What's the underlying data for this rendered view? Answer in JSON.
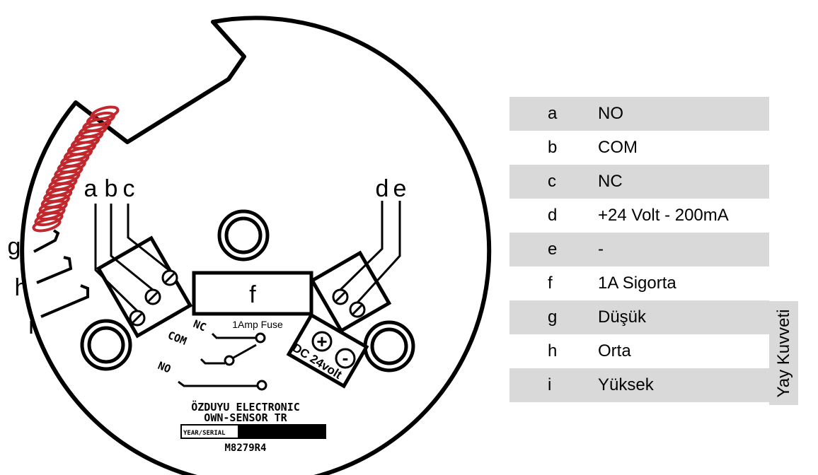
{
  "diagram": {
    "terminal_labels": {
      "a": "a",
      "b": "b",
      "c": "c",
      "d": "d",
      "e": "e",
      "f": "f",
      "g": "g",
      "h": "h",
      "i": "i"
    },
    "fuse_caption": "1Amp Fuse",
    "switch_labels": {
      "nc": "NC",
      "com": "COM",
      "no": "NO"
    },
    "power": {
      "label": "DC 24volt",
      "plus": "+",
      "minus": "-"
    },
    "manufacturer_line1": "ÖZDUYU ELECTRONIC",
    "manufacturer_line2": "OWN-SENSOR TR",
    "serial_label": "YEAR/SERIAL",
    "model": "M8279R4",
    "spring_color": "#c0282d"
  },
  "legend": {
    "rows": [
      {
        "key": "a",
        "value": "NO"
      },
      {
        "key": "b",
        "value": "COM"
      },
      {
        "key": "c",
        "value": "NC"
      },
      {
        "key": "d",
        "value": "+24 Volt - 200mA"
      },
      {
        "key": "e",
        "value": "-"
      },
      {
        "key": "f",
        "value": "1A Sigorta"
      },
      {
        "key": "g",
        "value": "Düşük"
      },
      {
        "key": "h",
        "value": "Orta"
      },
      {
        "key": "i",
        "value": "Yüksek"
      }
    ],
    "group_label": "Yay Kuvveti",
    "shade_color": "#d9d9d9"
  }
}
